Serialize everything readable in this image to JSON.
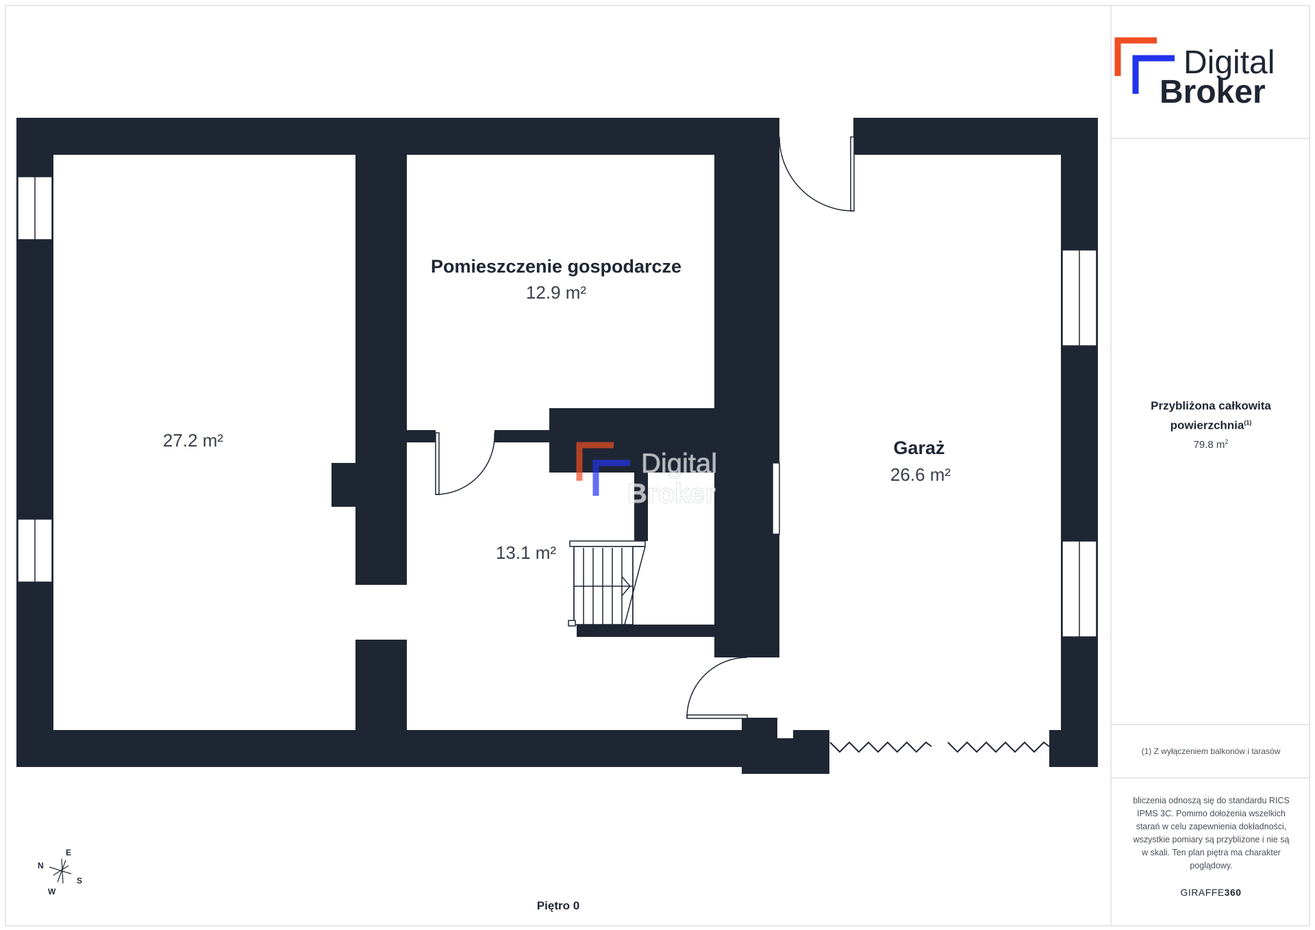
{
  "logo": {
    "line1": "Digital",
    "line2": "Broker",
    "accent_orange": "#f04e23",
    "accent_blue": "#2233ee"
  },
  "rooms": [
    {
      "id": "storage",
      "name": "Pomieszczenie gospodarcze",
      "area": "12.9 m²"
    },
    {
      "id": "left-room",
      "name": "",
      "area": "27.2 m²"
    },
    {
      "id": "hall",
      "name": "",
      "area": "13.1 m²"
    },
    {
      "id": "garage",
      "name": "Garaż",
      "area": "26.6 m²"
    }
  ],
  "sidebar": {
    "total_label": "Przybliżona całkowita powierzchnia",
    "total_label_sup": "(1)",
    "total_value": "79.8 m",
    "total_value_sup": "2",
    "footnote": "(1) Z wyłączeniem balkonów i tarasów",
    "disclaimer": "bliczenia odnoszą się do standardu RICS IPMS 3C. Pomimo dołożenia wszelkich starań w celu zapewnienia dokładności, wszystkie pomiary są przybliżone i nie są w skali. Ten plan piętra ma charakter poglądowy.",
    "brand_light": "GIRAFFE",
    "brand_bold": "360"
  },
  "floor_label": "Piętro 0",
  "compass": {
    "n": "N",
    "e": "E",
    "s": "S",
    "w": "W"
  },
  "colors": {
    "wall": "#1f2633",
    "text": "#1f2633",
    "border": "#e4e6ea"
  }
}
